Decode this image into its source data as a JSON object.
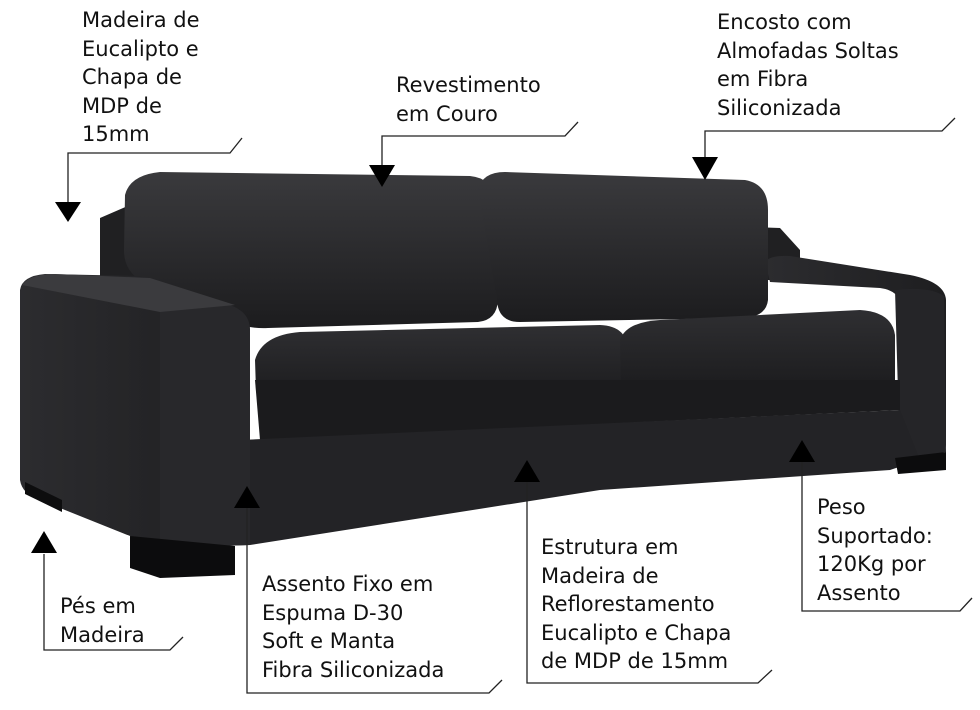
{
  "annotations": {
    "frame": "Madeira de\nEucalipto e\nChapa de\nMDP de\n15mm",
    "upholstery": "Revestimento\nem Couro",
    "backrest": "Encosto  com\nAlmofadas Soltas\nem Fibra\nSiliconizada",
    "weight": "Peso\nSuportado:\n120Kg por\nAssento",
    "structure": "Estrutura em\nMadeira de\nReflorestamento\nEucalipto e Chapa\nde MDP de 15mm",
    "seat": "Assento Fixo em\nEspuma D-30\nSoft e Manta\nFibra Siliconizada",
    "feet": "Pés em\nMadeira"
  },
  "colors": {
    "leather_dark": "#1c1c1e",
    "leather_mid": "#2b2b2e",
    "leather_light": "#3a3a3d",
    "leader_line": "#222222"
  }
}
